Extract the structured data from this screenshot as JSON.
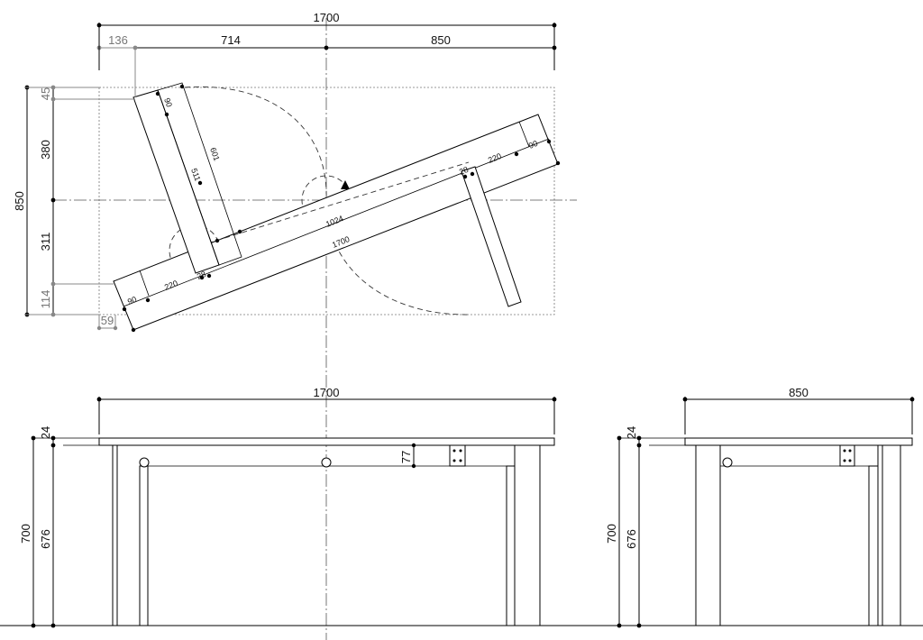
{
  "plan": {
    "overall_width": "1700",
    "seg_offset": "136",
    "seg_left": "714",
    "seg_right": "850",
    "depth": "850",
    "v_top": "45",
    "v_upper": "380",
    "v_lower": "311",
    "v_bottom": "114",
    "h_offset": "59",
    "board_leg_w_left": "90",
    "board_leg_len_left": "601",
    "board_leg_mid_left": "511",
    "top_leg_w_right": "90",
    "top_leg_220_right": "220",
    "top_leg_28_right": "28",
    "top_leg_w_left": "90",
    "top_leg_220_left": "220",
    "top_leg_28_left": "28",
    "top_overlap": "1024",
    "top_length": "1700"
  },
  "front": {
    "width": "1700",
    "top_thickness": "24",
    "height": "700",
    "leg_height": "676",
    "apron": "77"
  },
  "side": {
    "width": "850",
    "top_thickness": "24",
    "height": "700",
    "leg_height": "676"
  }
}
